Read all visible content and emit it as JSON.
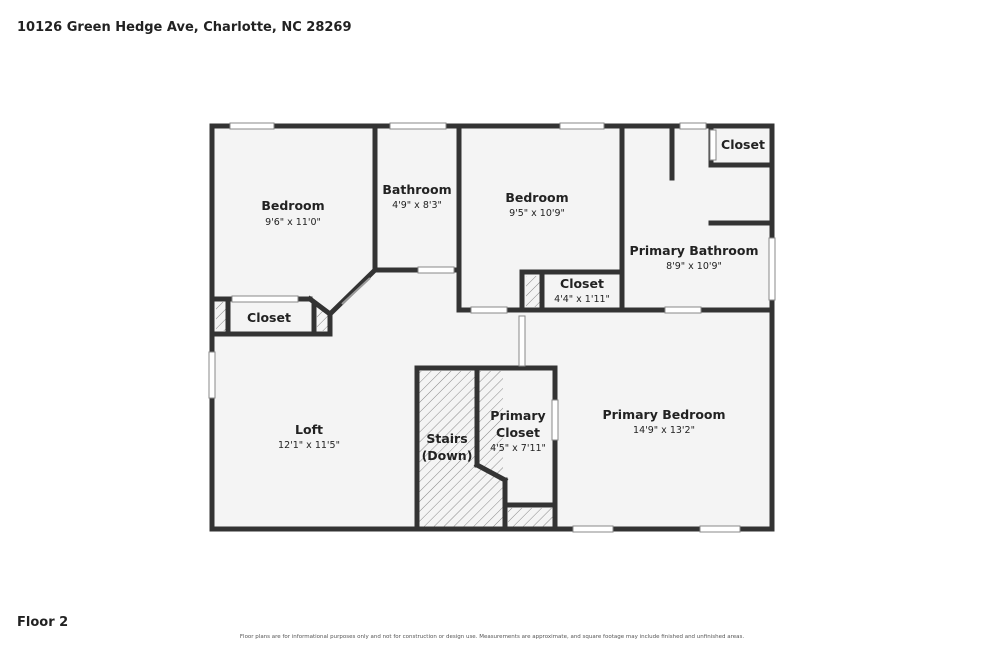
{
  "header": {
    "address": "10126 Green Hedge Ave, Charlotte, NC 28269"
  },
  "footer": {
    "floor": "Floor 2",
    "disclaimer": "Floor plans are for informational purposes only and not for construction or design use. Measurements are approximate, and square footage may include finished and unfinished areas."
  },
  "rooms": {
    "bedroom1": {
      "name": "Bedroom",
      "dims": "9'6\" x 11'0\""
    },
    "bathroom": {
      "name": "Bathroom",
      "dims": "4'9\" x 8'3\""
    },
    "bedroom2": {
      "name": "Bedroom",
      "dims": "9'5\" x 10'9\""
    },
    "closet_top": {
      "name": "Closet"
    },
    "primary_bathroom": {
      "name": "Primary Bathroom",
      "dims": "8'9\" x 10'9\""
    },
    "closet_small": {
      "name": "Closet",
      "dims": "4'4\" x 1'11\""
    },
    "closet_left": {
      "name": "Closet"
    },
    "loft": {
      "name": "Loft",
      "dims": "12'1\" x 11'5\""
    },
    "stairs": {
      "line1": "Stairs",
      "line2": "(Down)"
    },
    "primary_closet": {
      "line1": "Primary",
      "line2": "Closet",
      "dims": "4'5\" x 7'11\""
    },
    "primary_bedroom": {
      "name": "Primary Bedroom",
      "dims": "14'9\" x 13'2\""
    }
  }
}
